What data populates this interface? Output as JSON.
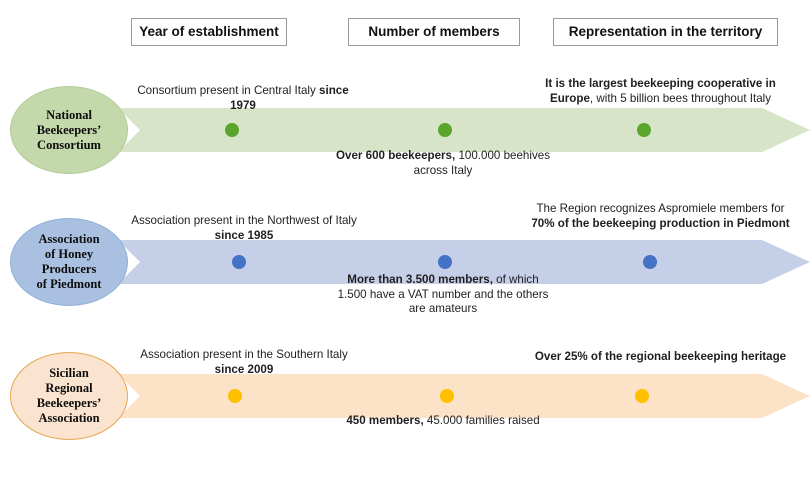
{
  "headers": [
    {
      "id": "year",
      "label": "Year of establishment"
    },
    {
      "id": "members",
      "label": "Number of members"
    },
    {
      "id": "territory",
      "label": "Representation in the territory"
    }
  ],
  "colors": {
    "row1_band": "#d7e4c8",
    "row1_dot": "#5aa52b",
    "row1_circle": "#c3d8ab",
    "row2_band": "#c6cfe8",
    "row2_dot": "#4472c4",
    "row2_circle": "#a9c0e0",
    "row3_band": "#fce3c8",
    "row3_dot": "#ffc000",
    "row3_circle": "#fbe4cf",
    "row3_circle_border": "#e8a552"
  },
  "rows": [
    {
      "id": "national-beekeepers-consortium",
      "name": "National Beekeepers’ Consortium",
      "name_lines": [
        "National",
        "Beekeepers’",
        "Consortium"
      ],
      "year_note": {
        "plain_before": "Consortium present in Central Italy ",
        "bold": "since 1979",
        "plain_after": ""
      },
      "members_note": {
        "plain_before": "",
        "bold": "Over 600 beekeepers,",
        "plain_after": " 100.000 beehives across Italy"
      },
      "territory_note": {
        "plain_before": "",
        "bold": "It is the largest beekeeping cooperative in Europe",
        "plain_after": ", with 5 billion bees throughout Italy"
      },
      "dots_x": [
        225,
        438,
        637
      ]
    },
    {
      "id": "association-of-honey-producers-of-piedmont",
      "name": "Association of Honey Producers of Piedmont",
      "name_lines": [
        "Association",
        "of Honey",
        "Producers",
        "of Piedmont"
      ],
      "year_note": {
        "plain_before": "Association present in the Northwest of Italy ",
        "bold": "since 1985",
        "plain_after": ""
      },
      "members_note": {
        "plain_before": "",
        "bold": "More than 3.500 members,",
        "plain_after": " of which 1.500 have a VAT number and the others are amateurs"
      },
      "territory_note": {
        "plain_before": "The Region recognizes Aspromiele members for ",
        "bold": "70% of the beekeeping production in Piedmont",
        "plain_after": ""
      },
      "dots_x": [
        232,
        438,
        643
      ]
    },
    {
      "id": "sicilian-regional-beekeepers-association",
      "name": "Sicilian Regional Beekeepers’ Association",
      "name_lines": [
        "Sicilian",
        "Regional",
        "Beekeepers’",
        "Association"
      ],
      "year_note": {
        "plain_before": "Association present in the Southern Italy ",
        "bold": "since 2009",
        "plain_after": ""
      },
      "members_note": {
        "plain_before": "",
        "bold": "450 members,",
        "plain_after": " 45.000 families raised"
      },
      "territory_note": {
        "plain_before": "",
        "bold": "Over 25% of the regional beekeeping heritage",
        "plain_after": ""
      },
      "dots_x": [
        228,
        440,
        635
      ]
    }
  ]
}
